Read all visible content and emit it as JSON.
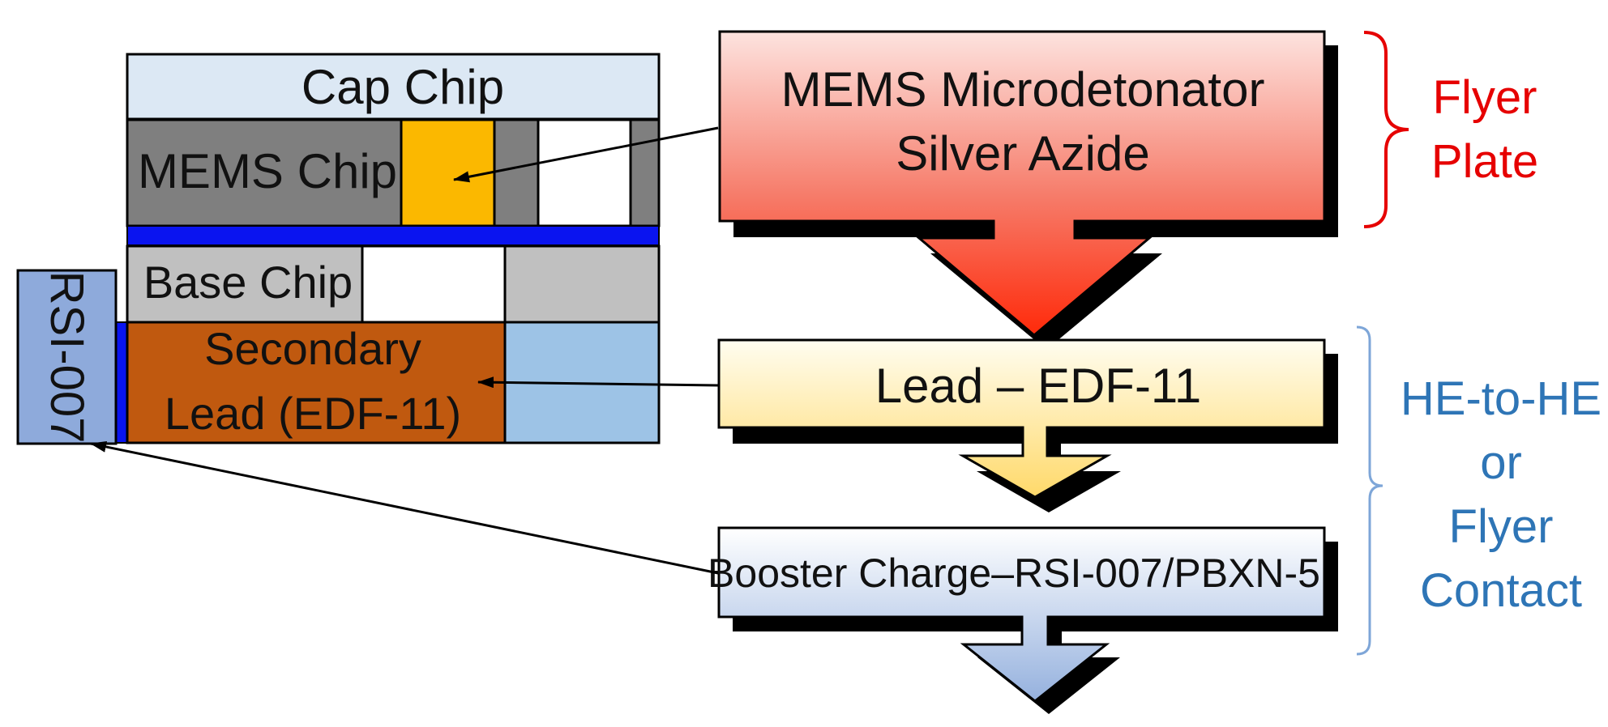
{
  "stack": {
    "cap_chip": "Cap Chip",
    "mems_chip": "MEMS Chip",
    "base_chip": "Base Chip",
    "secondary_line1": "Secondary",
    "secondary_line2": "Lead (EDF-11)",
    "rsi": "RSI-007"
  },
  "flow": {
    "microdetonator_line1": "MEMS Microdetonator",
    "microdetonator_line2": "Silver Azide",
    "lead": "Lead – EDF-11",
    "booster": "Booster Charge–RSI-007/PBXN-5"
  },
  "brackets": {
    "flyer_line1": "Flyer",
    "flyer_line2": "Plate",
    "he_line1": "HE-to-HE",
    "he_line2": "or",
    "he_line3": "Flyer",
    "he_line4": "Contact"
  },
  "colors": {
    "cap_chip": "#dce8f4",
    "mems_chip": "#7f7f7f",
    "detonator_insert": "#fbb800",
    "blue_layer": "#0a14f0",
    "base_chip_gray": "#c0c0c0",
    "secondary_lead": "#c0590f",
    "light_blue": "#9dc3e6",
    "rsi_block": "#8eaadb",
    "flyer_red": "#e60000",
    "he_blue": "#2e75b6"
  }
}
